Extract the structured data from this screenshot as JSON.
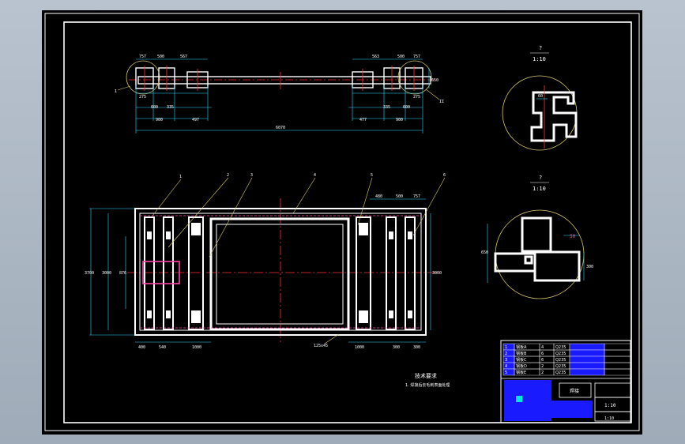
{
  "colors": {
    "background": "#000000",
    "outline": "#ffffff",
    "dimension": "#33d6ff",
    "centerline": "#ff3030",
    "leader": "#d8c86a",
    "hidden": "#ff44aa",
    "titleblock": "#1a1aff"
  },
  "top_view": {
    "dims_top_left": [
      "757",
      "500",
      "567"
    ],
    "dims_top_right": [
      "563",
      "500",
      "757"
    ],
    "dims_bottom_left": [
      "275",
      "600",
      "335"
    ],
    "dims_bottom_right": [
      "335",
      "600",
      "275"
    ],
    "dim_row2_left": [
      "900",
      "497"
    ],
    "dim_row2_right": [
      "477",
      "900"
    ],
    "overall": "6070",
    "height": "650",
    "callout_left": "1",
    "callout_right": "II"
  },
  "detail_1": {
    "title": "?",
    "scale": "1:10",
    "dim": "60"
  },
  "detail_2": {
    "title": "?",
    "scale": "1:10",
    "dim_left": "650",
    "dim_right": "300",
    "dim_small": "50"
  },
  "plan_view": {
    "callouts": [
      "1",
      "2",
      "3",
      "4",
      "5",
      "6"
    ],
    "top_dims": [
      "480",
      "500",
      "757"
    ],
    "left_dims": [
      "3700",
      "3000",
      "876"
    ],
    "right_dim": "3000",
    "bottom_left_dims": [
      "400",
      "540",
      "1000"
    ],
    "bottom_mid": "125x45",
    "bottom_right_dims": [
      "1000",
      "300",
      "300"
    ]
  },
  "notes": {
    "title": "技术要求",
    "line1": "1. 焊接后去毛刺表面处理"
  },
  "titleblock": {
    "rows": [
      [
        "1",
        "钢板A",
        "4",
        "Q235",
        "",
        ""
      ],
      [
        "2",
        "钢板B",
        "6",
        "Q235",
        "",
        ""
      ],
      [
        "3",
        "钢板C",
        "6",
        "Q235",
        "",
        ""
      ],
      [
        "4",
        "钢板D",
        "2",
        "Q235",
        "",
        ""
      ],
      [
        "5",
        "钢板E",
        "2",
        "Q235",
        "",
        ""
      ]
    ],
    "name": "焊接",
    "drawing_no": "1:10",
    "scale": "1:10"
  }
}
